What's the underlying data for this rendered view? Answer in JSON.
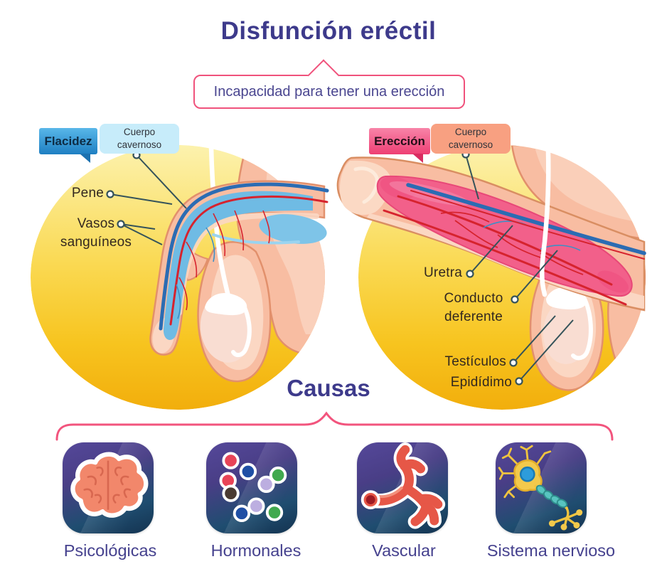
{
  "header": {
    "title": "Disfunción eréctil",
    "definition": "Incapacidad para tener una erección"
  },
  "flaccid": {
    "state_label": "Flacidez",
    "callout_label": "Cuerpo cavernoso",
    "labels": {
      "pene": "Pene",
      "vasos_sanguineos": "Vasos sanguíneos"
    }
  },
  "erect": {
    "state_label": "Erección",
    "callout_label": "Cuerpo cavernoso",
    "labels": {
      "uretra": "Uretra",
      "conducto_deferente": "Conducto deferente",
      "testiculos": "Testículos",
      "epididimo": "Epidídimo"
    }
  },
  "causes": {
    "heading": "Causas",
    "items": [
      {
        "label": "Psicológicas",
        "icon": "brain-icon"
      },
      {
        "label": "Hormonales",
        "icon": "hormone-molecules-icon"
      },
      {
        "label": "Vascular",
        "icon": "blood-vessel-icon"
      },
      {
        "label": "Sistema nervioso",
        "icon": "neuron-icon"
      }
    ]
  },
  "colors": {
    "title": "#3D3A8B",
    "accent_pink": "#F0527C",
    "flaccid_blue": "#1E7FC2",
    "erection_pink": "#EE3F74",
    "circle_yellow": "#F7C41F",
    "skin": "#F8BDA2",
    "cavernosum_blue": "#6FBBE4",
    "cavernosum_pink": "#F2608A",
    "icon_tile_purple": "#4A3F86",
    "icon_tile_navy": "#1C4A6E"
  }
}
